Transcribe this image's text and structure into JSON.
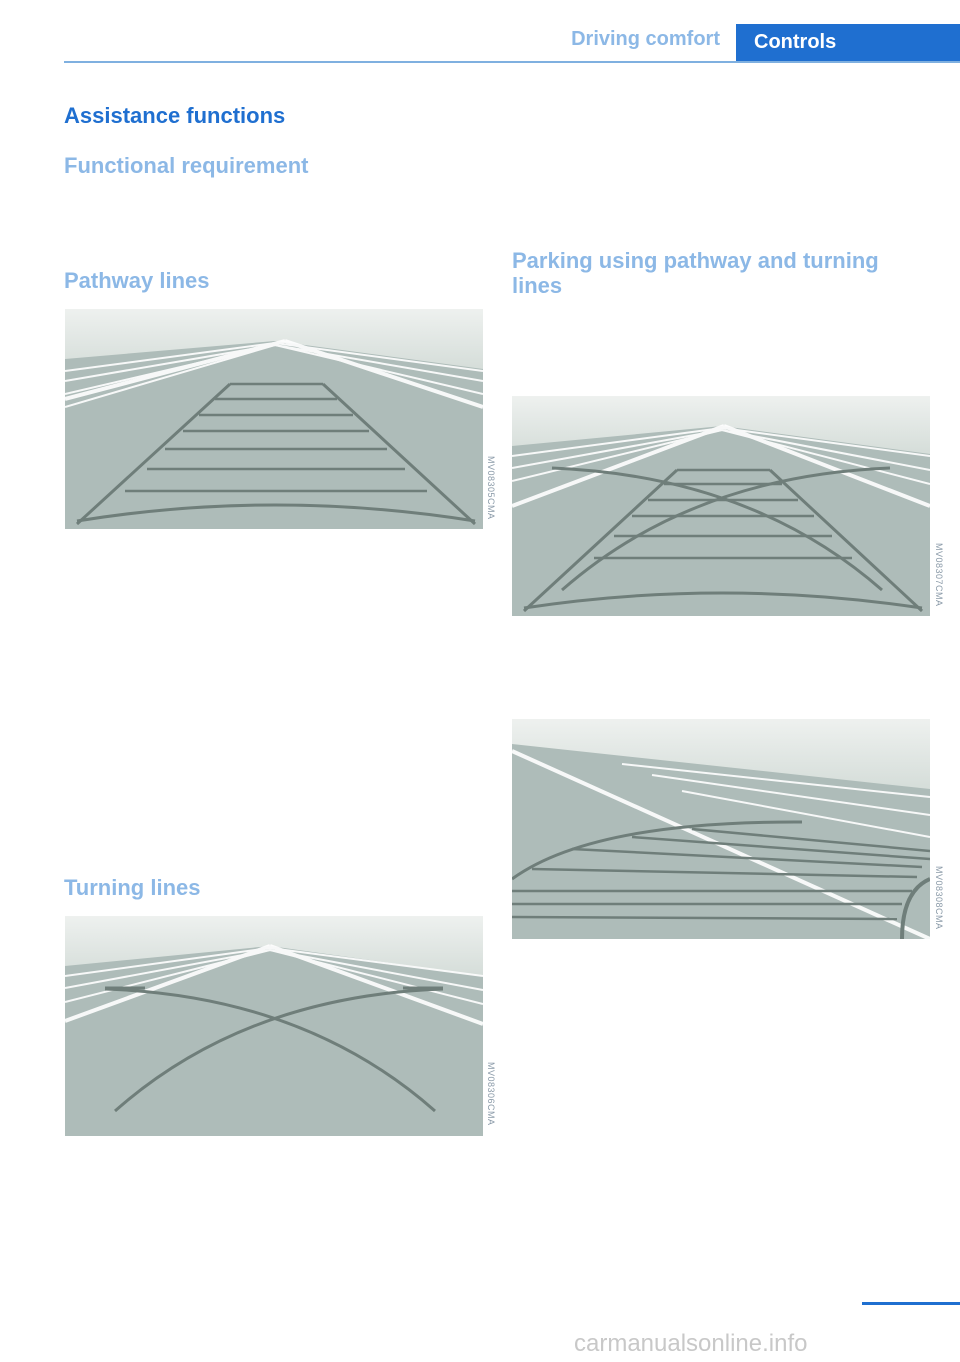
{
  "header": {
    "section": "Driving comfort",
    "tab": "Controls"
  },
  "headings": {
    "assistance": "Assistance functions",
    "requirement": "Functional requirement",
    "pathway": "Pathway lines",
    "turning": "Turning lines",
    "parking": "Parking using pathway and turning lines"
  },
  "figures": {
    "pathway_code": "MV08305CMA",
    "turning_code": "MV08306CMA",
    "parking1_code": "MV08307CMA",
    "parking2_code": "MV08308CMA"
  },
  "colors": {
    "accent": "#1f6fd0",
    "subheading": "#8cb8e6"
  },
  "watermark": "carmanualsonline.info"
}
